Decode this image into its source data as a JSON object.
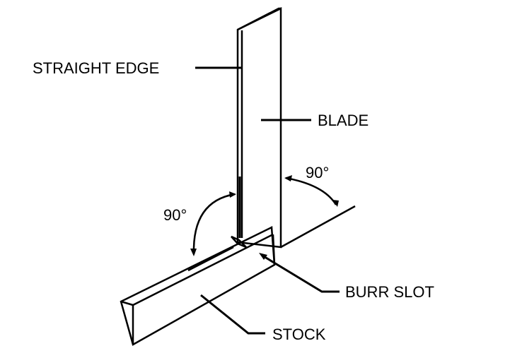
{
  "labels": {
    "straight_edge": "STRAIGHT EDGE",
    "blade": "BLADE",
    "angle_top": "90°",
    "angle_left": "90°",
    "burr_slot": "BURR SLOT",
    "stock": "STOCK"
  }
}
